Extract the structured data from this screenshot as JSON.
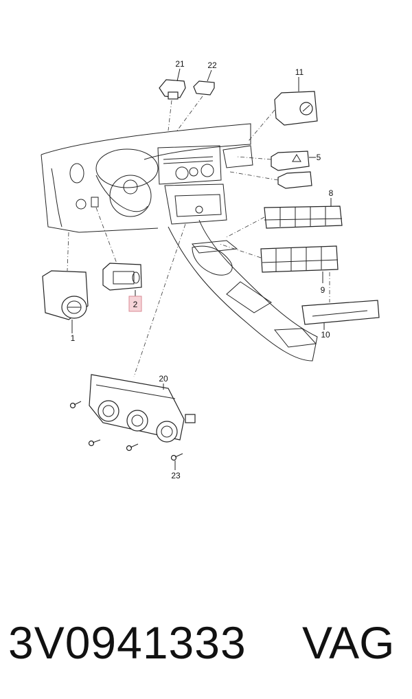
{
  "diagram": {
    "callouts": [
      {
        "id": "c21",
        "label": "21"
      },
      {
        "id": "c22",
        "label": "22"
      },
      {
        "id": "c11",
        "label": "11"
      },
      {
        "id": "c5",
        "label": "5"
      },
      {
        "id": "c8",
        "label": "8"
      },
      {
        "id": "c9",
        "label": "9"
      },
      {
        "id": "c10",
        "label": "10"
      },
      {
        "id": "c1",
        "label": "1"
      },
      {
        "id": "c2",
        "label": "2",
        "highlighted": true
      },
      {
        "id": "c20",
        "label": "20"
      },
      {
        "id": "c23",
        "label": "23"
      }
    ],
    "highlight_color": "#f6d4d8"
  },
  "footer": {
    "part_number": "3V0941333",
    "brand": "VAG"
  }
}
